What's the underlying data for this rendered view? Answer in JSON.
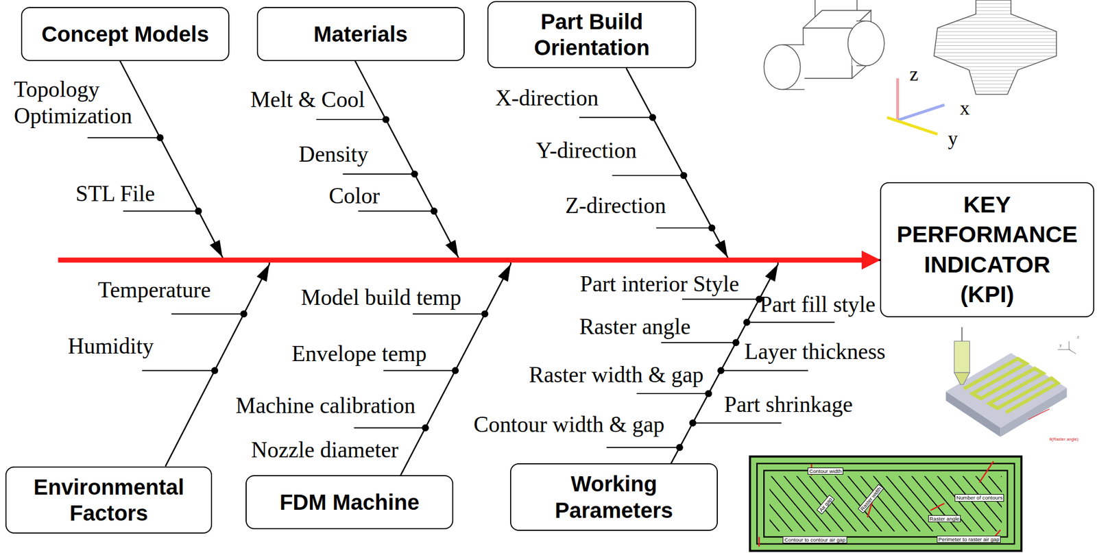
{
  "diagram": {
    "nodes": [
      {
        "text": [
          "Concept Models"
        ]
      },
      {
        "text": [
          "Materials"
        ]
      },
      {
        "text": [
          "Part Build Orientation"
        ]
      },
      {
        "text": [
          "KEY PERFORMANCE INDICATOR (KPI)"
        ]
      },
      {
        "text": [
          "Environmental Factors"
        ]
      },
      {
        "text": [
          "FDM Machine"
        ]
      },
      {
        "text": [
          "Working Parameters"
        ]
      }
    ],
    "edges": [
      {
        "from": 0,
        "to": 3,
        "arrow": "to"
      },
      {
        "from": 1,
        "to": 3,
        "arrow": "to"
      },
      {
        "from": 2,
        "to": 3,
        "arrow": "to"
      },
      {
        "from": 4,
        "to": 3,
        "arrow": "to"
      },
      {
        "from": 5,
        "to": 3,
        "arrow": "to"
      },
      {
        "from": 6,
        "to": 3,
        "arrow": "to"
      }
    ],
    "labels": [
      "Topology Optimization",
      "STL File",
      "Melt & Cool",
      "Density",
      "Color",
      "X-direction",
      "Y-direction",
      "Z-direction",
      "z",
      "x",
      "y",
      "Temperature",
      "Humidity",
      "Model build temp",
      "Envelope temp",
      "Machine calibration",
      "Nozzle diameter",
      "Part interior Style",
      "Part fill style",
      "Raster angle",
      "Layer thickness",
      "Raster width & gap",
      "Part shrinkage",
      "Contour width & gap",
      "y",
      "z",
      "θ(Raster angle)",
      "Contour width",
      "Number of contours",
      "Air gap",
      "Raster width",
      "Raster angle",
      "Contour to contour air gap",
      "Perimeter to raster air gap"
    ]
  }
}
